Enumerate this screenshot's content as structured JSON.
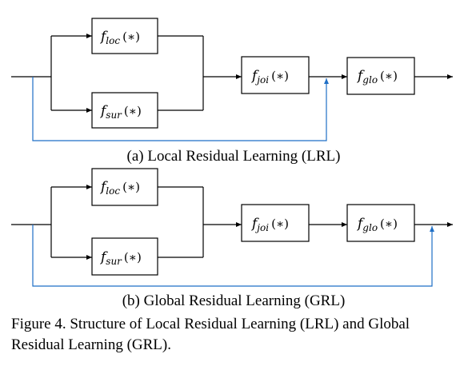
{
  "functions": {
    "loc": {
      "f": "f",
      "sub": "loc",
      "arg": "(∗)"
    },
    "sur": {
      "f": "f",
      "sub": "sur",
      "arg": "(∗)"
    },
    "joi": {
      "f": "f",
      "sub": "joi",
      "arg": "(∗)"
    },
    "glo": {
      "f": "f",
      "sub": "glo",
      "arg": "(∗)"
    }
  },
  "diagram_a": {
    "caption": "(a) Local Residual Learning (LRL)"
  },
  "diagram_b": {
    "caption": "(b) Global Residual Learning (GRL)"
  },
  "figure_caption": "Figure 4. Structure of Local Residual Learning (LRL) and Global Residual Learning (GRL).",
  "colors": {
    "skip_connection": "#1f6fc6",
    "lines": "#000000"
  }
}
